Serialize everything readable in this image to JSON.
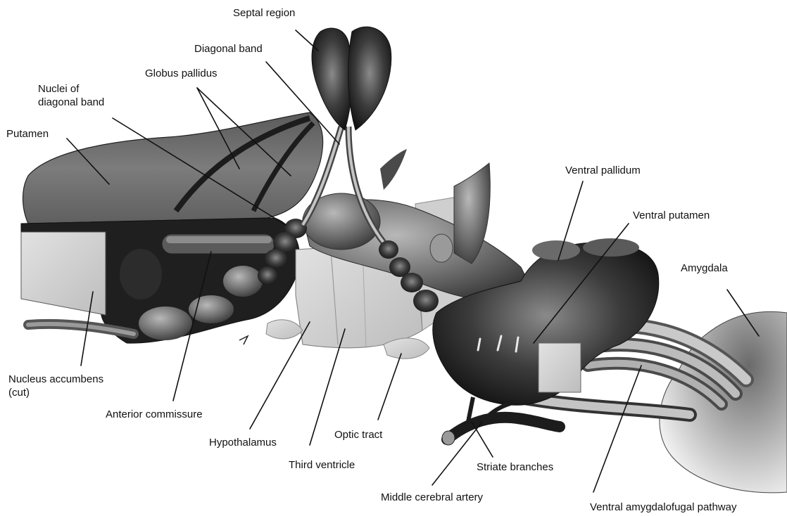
{
  "figure": {
    "labels": {
      "septal_region": "Septal region",
      "diagonal_band": "Diagonal band",
      "globus_pallidus": "Globus pallidus",
      "nuclei_of_diagonal_band": "Nuclei of\ndiagonal band",
      "putamen": "Putamen",
      "ventral_pallidum": "Ventral pallidum",
      "ventral_putamen": "Ventral putamen",
      "amygdala": "Amygdala",
      "nucleus_accumbens": "Nucleus accumbens\n(cut)",
      "anterior_commissure": "Anterior commissure",
      "hypothalamus": "Hypothalamus",
      "optic_tract": "Optic tract",
      "third_ventricle": "Third ventricle",
      "striate_branches": "Striate branches",
      "middle_cerebral_artery": "Middle cerebral artery",
      "ventral_amygdalofugal_pathway": "Ventral amygdalofugal pathway"
    }
  }
}
